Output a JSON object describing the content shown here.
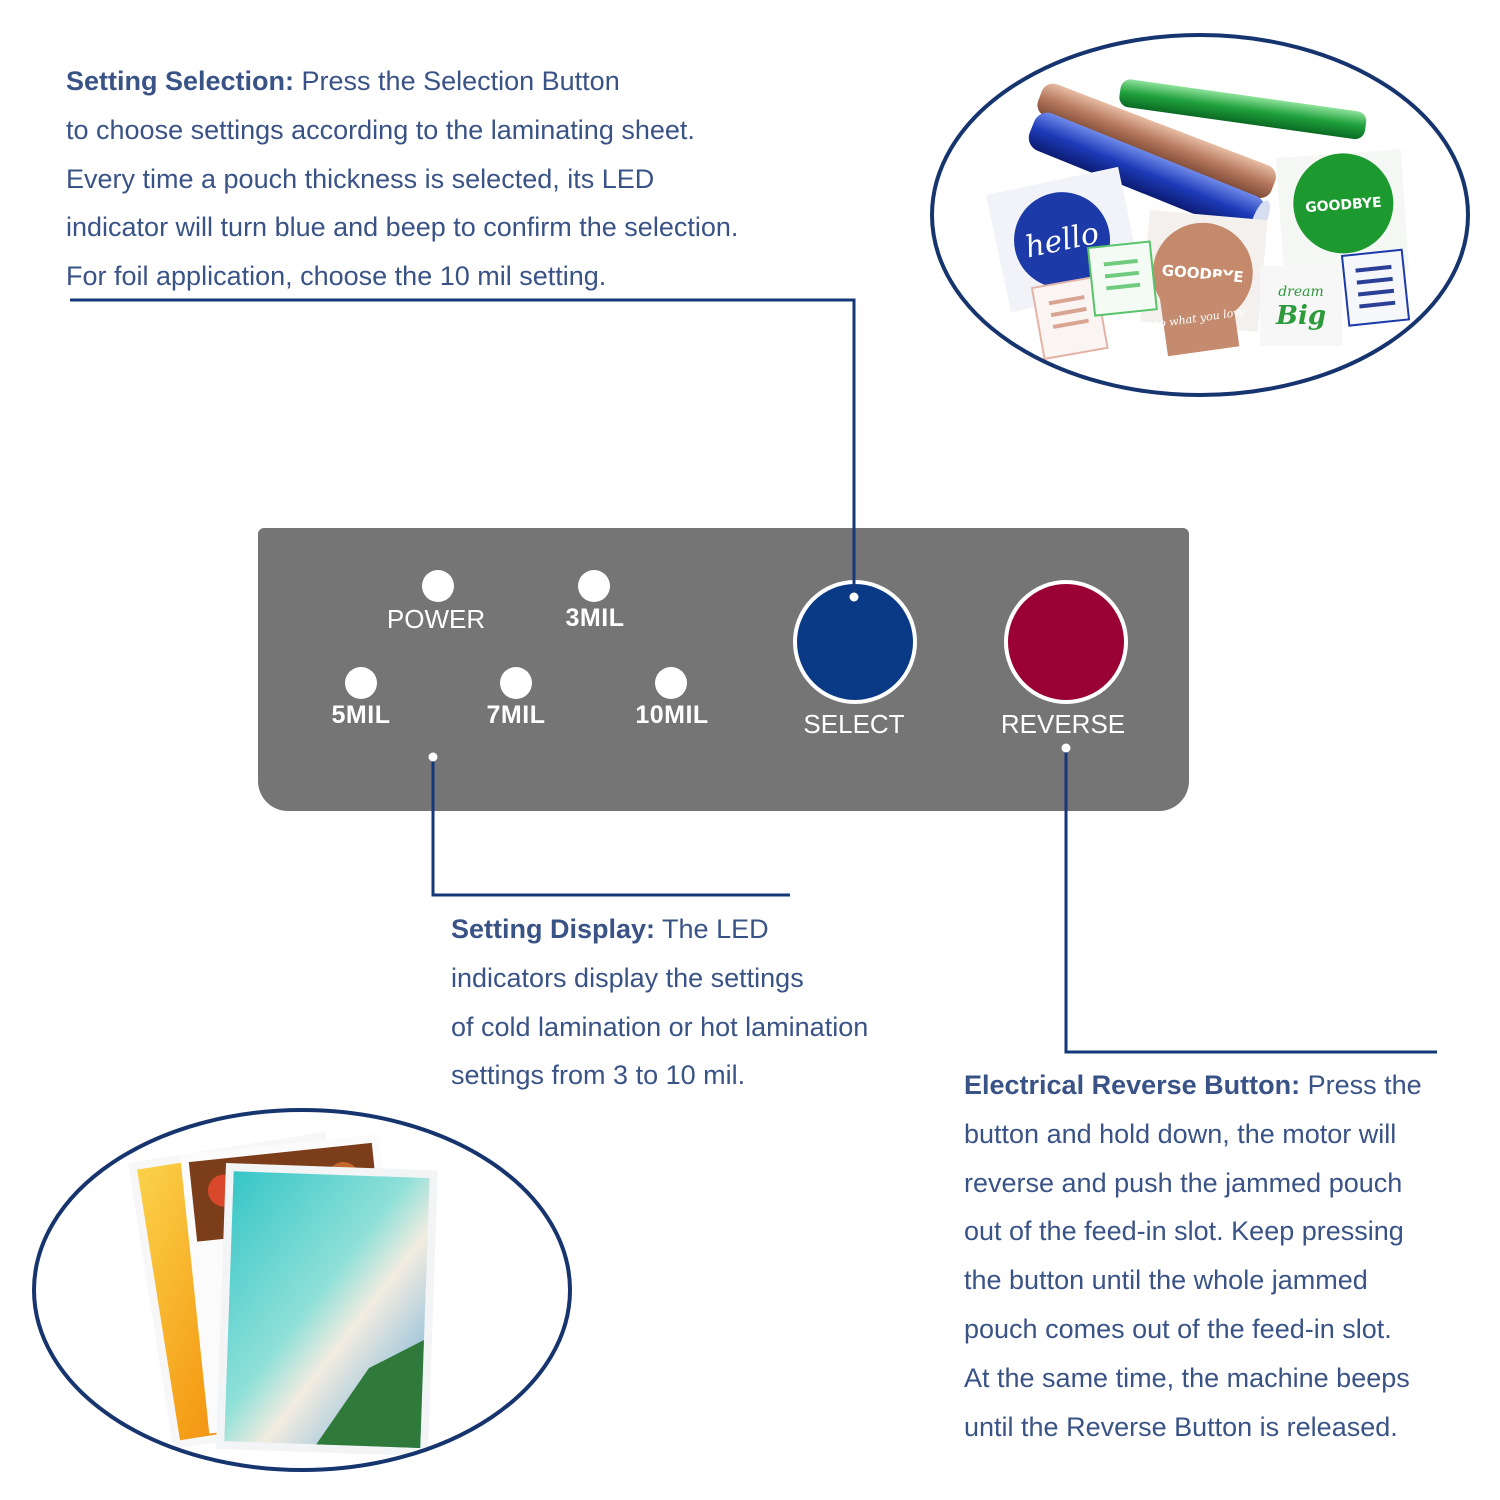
{
  "callouts": {
    "selection": {
      "heading": "Setting Selection:",
      "lines": [
        " Press the Selection Button",
        "to choose settings according to the laminating sheet.",
        "Every time a pouch thickness is selected, its LED",
        "indicator will turn blue and beep to confirm the selection.",
        "For foil application, choose the 10 mil setting."
      ]
    },
    "display": {
      "heading": "Setting Display:",
      "lines": [
        " The LED",
        "indicators display the settings",
        "of cold lamination or hot lamination",
        "settings from 3 to 10 mil."
      ]
    },
    "reverse": {
      "heading": "Electrical Reverse Button:",
      "lines": [
        " Press the",
        "button and hold down, the motor will",
        "reverse and push the jammed pouch",
        "out of the feed-in slot. Keep pressing",
        "the button until the whole jammed",
        "pouch comes out of the feed-in slot.",
        "At the same time, the machine beeps",
        "until the Reverse Button is released."
      ]
    }
  },
  "panel": {
    "leds": {
      "power": "POWER",
      "mil3": "3MIL",
      "mil5": "5MIL",
      "mil7": "7MIL",
      "mil10": "10MIL"
    },
    "select_label": "SELECT",
    "reverse_label": "REVERSE"
  },
  "foil_photo": {
    "sticker_hello": "hello",
    "sticker_goodbye_green": "GOODBYE",
    "sticker_goodbye_copper": "GOODBYE",
    "sticker_dream": "dream",
    "sticker_big": "Big",
    "sticker_do_what": "do what you love"
  },
  "colors": {
    "text": "#3a5387",
    "leader": "#14387a",
    "panel": "#767576",
    "select": "#0a3a86",
    "reverse": "#9a0134"
  }
}
